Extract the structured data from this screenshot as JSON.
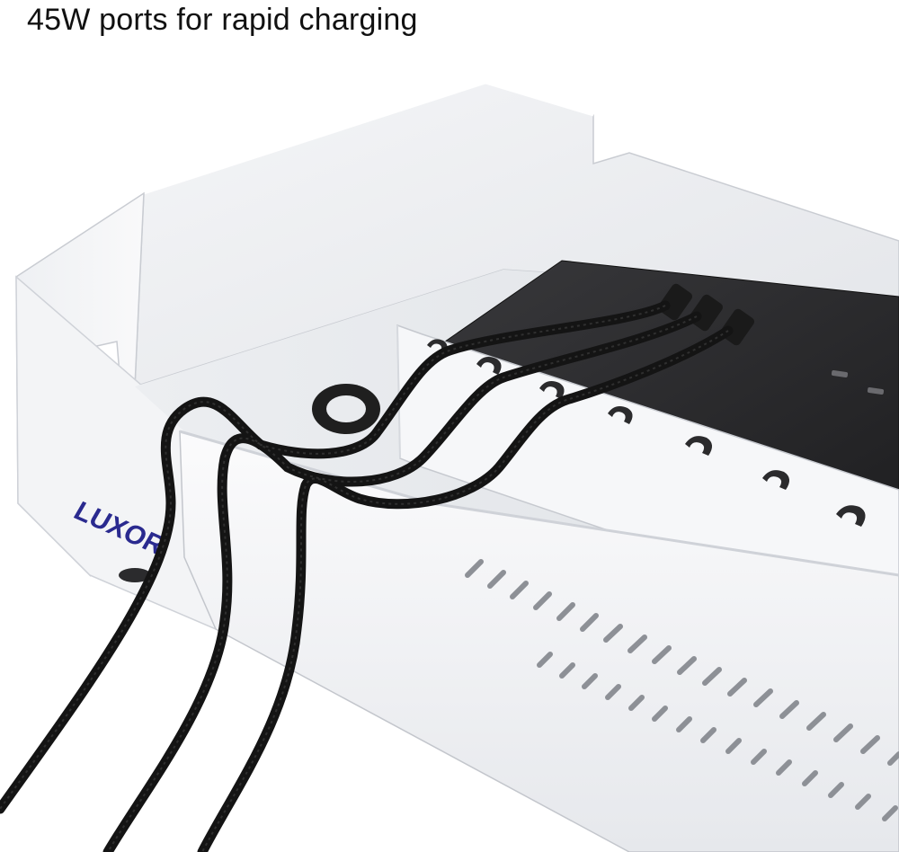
{
  "headline": "45W ports for rapid charging",
  "product": {
    "brand_logo": "LUXOR",
    "icon": "charging-cart-photo"
  },
  "colors": {
    "background": "#ffffff",
    "cart_body": "#f1f2f4",
    "cart_shadow": "#d7dadf",
    "charger_unit": "#2b2b2d",
    "cable": "#141414",
    "brand": "#2a2a8f"
  }
}
